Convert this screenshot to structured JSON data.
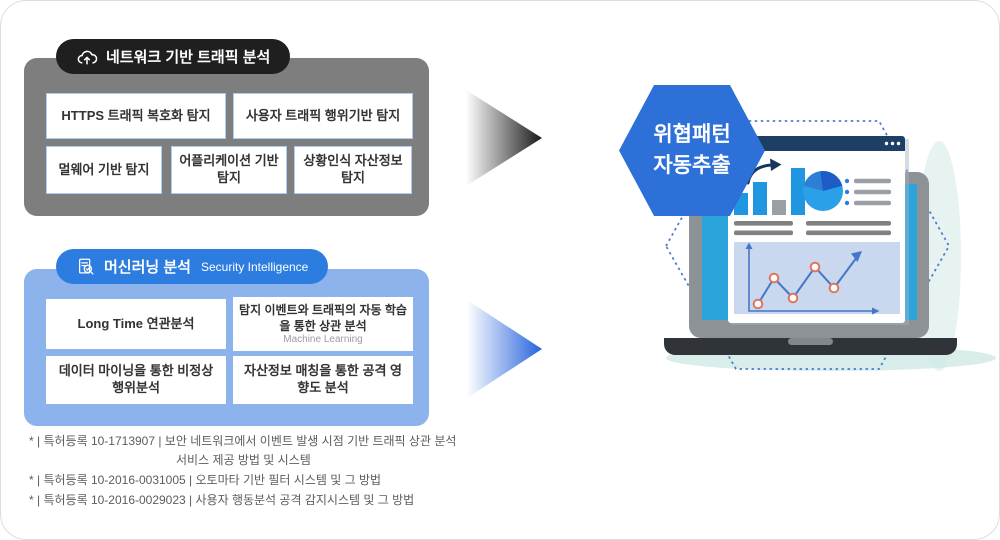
{
  "colors": {
    "accent_blue": "#2d7ce0",
    "hexagon_blue": "#2c70d8",
    "panel_gray": "#7e7e7e",
    "panel_light_blue": "#8cb3eb",
    "pill_dark": "#1f1f1f",
    "card_border_blue": "#a9cdf2",
    "laptop_screen_blue": "#2ba4dc",
    "browser_titlebar_navy": "#1d3f66",
    "marker_red": "#e2745f"
  },
  "network_panel": {
    "title": "네트워크 기반 트래픽 분석",
    "icon": "cloud-upload-icon",
    "cards": [
      "HTTPS 트래픽 복호화 탐지",
      "사용자 트래픽 행위기반 탐지",
      "멀웨어 기반 탐지",
      "어플리케이션 기반 탐지",
      "상황인식 자산정보 탐지"
    ]
  },
  "ml_panel": {
    "title": "머신러닝 분석",
    "subtitle": "Security Intelligence",
    "icon": "document-search-icon",
    "cards": [
      {
        "text": "Long Time 연관분석",
        "sub": ""
      },
      {
        "text": "탐지 이벤트와 트래픽의 자동 학습을 통한 상관 분석",
        "sub": "Machine Learning"
      },
      {
        "text": "데이터 마이닝을 통한 비정상 행위분석",
        "sub": ""
      },
      {
        "text": "자산정보 매칭을 통한 공격 영향도 분석",
        "sub": ""
      }
    ]
  },
  "result": {
    "hexagon_line1": "위협패턴",
    "hexagon_line2": "자동추출"
  },
  "patents": [
    {
      "text": "* | 특허등록 10-1713907 |  보안 네트워크에서 이벤트 발생 시점 기반 트래픽 상관 분석",
      "cont": "서비스 제공 방법 및 시스템"
    },
    {
      "text": "* | 특허등록 10-2016-0031005 |  오토마타 기반 필터 시스템 및 그 방법",
      "cont": ""
    },
    {
      "text": "* | 특허등록 10-2016-0029023 |  사용자 행동분석 공격 감지시스템 및 그 방법",
      "cont": ""
    }
  ]
}
